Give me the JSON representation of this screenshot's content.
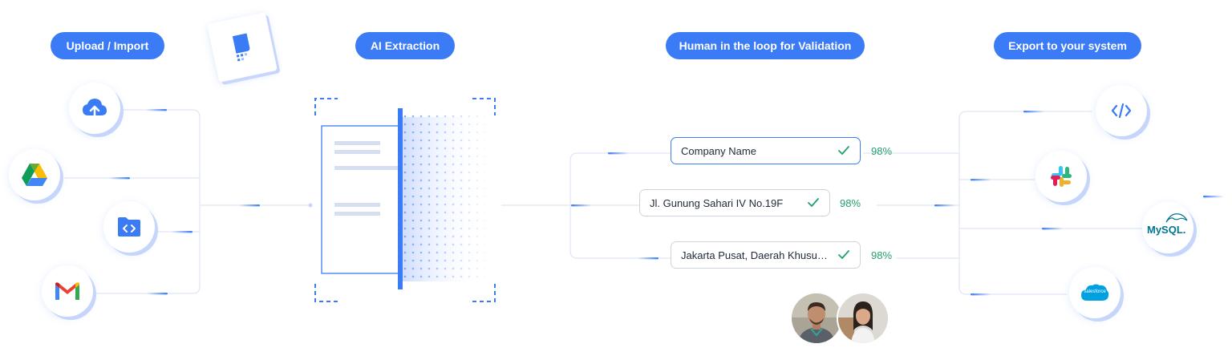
{
  "stages": {
    "upload": "Upload / Import",
    "extraction": "AI Extraction",
    "validation": "Human in the loop for Validation",
    "export": "Export to your system"
  },
  "sources": [
    {
      "icon": "cloud-upload-icon"
    },
    {
      "icon": "google-drive-icon"
    },
    {
      "icon": "folder-code-icon"
    },
    {
      "icon": "gmail-icon"
    }
  ],
  "fields": [
    {
      "value": "Company Name",
      "confidence": "98%"
    },
    {
      "value": "Jl. Gunung Sahari IV No.19F",
      "confidence": "98%"
    },
    {
      "value": "Jakarta Pusat, Daerah Khusus Ibukota Jakarta",
      "confidence": "98%"
    }
  ],
  "destinations": [
    {
      "icon": "code-icon"
    },
    {
      "icon": "slack-icon"
    },
    {
      "icon": "mysql-icon",
      "label": "MySQL."
    },
    {
      "icon": "salesforce-icon",
      "label": "salesforce"
    }
  ],
  "colors": {
    "accent": "#3b7bf6",
    "success": "#22a06b",
    "line": "#dfe6f3"
  }
}
